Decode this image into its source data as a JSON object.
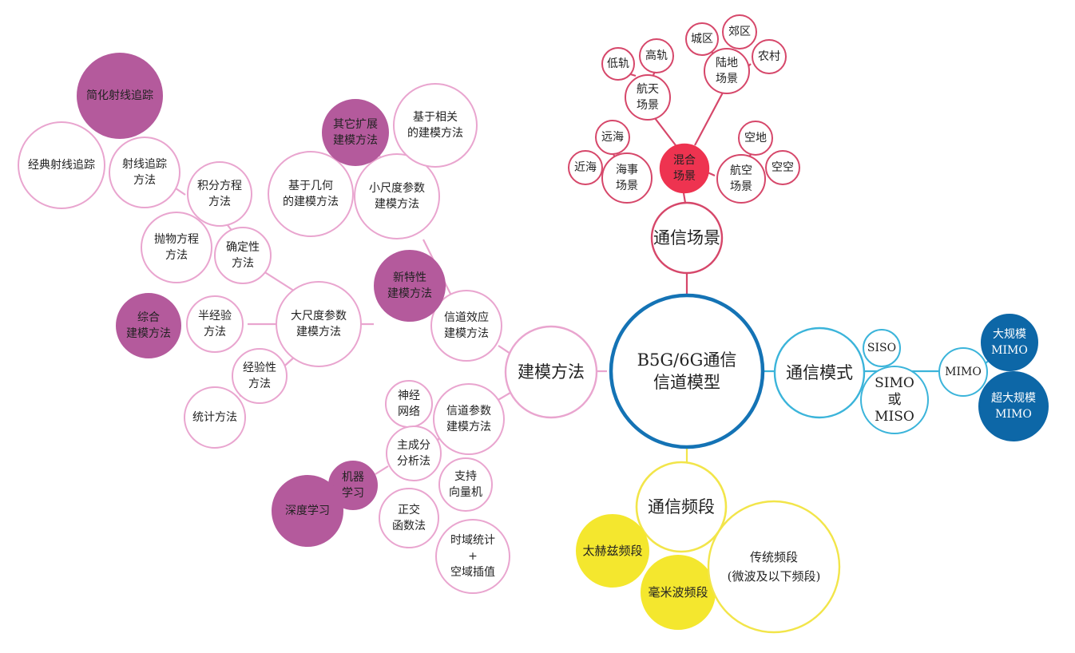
{
  "colors": {
    "center": "#1473B5",
    "scene": "#D6476A",
    "scene_fill": "#EE3350",
    "mode": "#3BB4DA",
    "mode_fill": "#0D67A7",
    "band": "#F2E54A",
    "band_fill": "#F4E72E",
    "method": "#E9A5CF",
    "method_fill": "#B45A9C"
  },
  "center": {
    "line1": "B5G/6G通信",
    "line2": "信道模型"
  },
  "scenario": {
    "main": "通信场景",
    "mixed": [
      "混合",
      "场景"
    ],
    "aero_space": [
      "航天",
      "场景"
    ],
    "low_orbit": "低轨",
    "high_orbit": "高轨",
    "land": [
      "陆地",
      "场景"
    ],
    "city": "城区",
    "suburb": "郊区",
    "rural": "农村",
    "maritime": [
      "海事",
      "场景"
    ],
    "far_sea": "远海",
    "near_sea": "近海",
    "aviation": [
      "航空",
      "场景"
    ],
    "air_ground": "空地",
    "air_air": "空空"
  },
  "mode": {
    "main": "通信模式",
    "siso": "SISO",
    "simo": [
      "SIMO",
      "或",
      "MISO"
    ],
    "mimo": "MIMO",
    "massive": [
      "大规模",
      "MIMO"
    ],
    "ultra": [
      "超大规模",
      "MIMO"
    ]
  },
  "band": {
    "main": "通信频段",
    "thz": "太赫兹频段",
    "mmwave": "毫米波频段",
    "traditional": [
      "传统频段",
      "(微波及以下频段)"
    ]
  },
  "method": {
    "main": "建模方法",
    "effect": [
      "信道效应",
      "建模方法"
    ],
    "param": [
      "信道参数",
      "建模方法"
    ],
    "new_feature": [
      "新特性",
      "建模方法"
    ],
    "small_scale": [
      "小尺度参数",
      "建模方法"
    ],
    "geometry": [
      "基于几何",
      "的建模方法"
    ],
    "correlation": [
      "基于相关",
      "的建模方法"
    ],
    "other_ext": [
      "其它扩展",
      "建模方法"
    ],
    "large_scale": [
      "大尺度参数",
      "建模方法"
    ],
    "semi_empirical": [
      "半经验",
      "方法"
    ],
    "comprehensive": [
      "综合",
      "建模方法"
    ],
    "empirical": [
      "经验性",
      "方法"
    ],
    "statistical": "统计方法",
    "deterministic": [
      "确定性",
      "方法"
    ],
    "parabolic": [
      "抛物方程",
      "方法"
    ],
    "integral": [
      "积分方程",
      "方法"
    ],
    "ray_tracing": [
      "射线追踪",
      "方法"
    ],
    "classic_ray": "经典射线追踪",
    "simplified_ray": "简化射线追踪",
    "neural": [
      "神经",
      "网络"
    ],
    "pca": [
      "主成分",
      "分析法"
    ],
    "svm": [
      "支持",
      "向量机"
    ],
    "orthogonal": [
      "正交",
      "函数法"
    ],
    "time_space": [
      "时域统计",
      "+",
      "空域插值"
    ],
    "ml": [
      "机器",
      "学习"
    ],
    "deep": "深度学习"
  }
}
